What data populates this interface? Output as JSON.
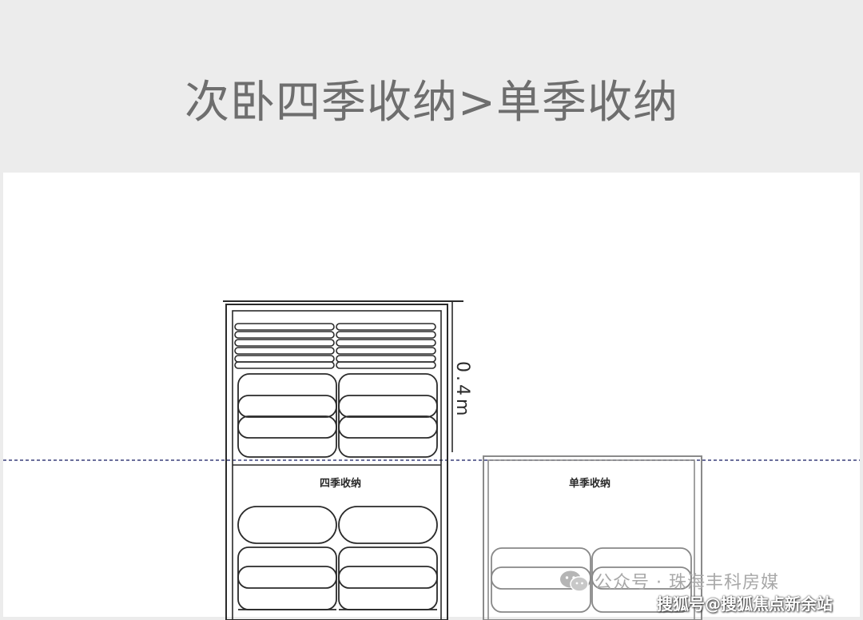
{
  "header": {
    "title": "次卧四季收纳>单季收纳"
  },
  "diagram": {
    "dimension_label": "0.4m",
    "left_cabinet_label": "四季收纳",
    "right_cabinet_label": "单季收纳"
  },
  "watermark": {
    "line1": "公众号 · 珠海丰科房媒",
    "line2": "搜狐号@搜狐焦点新余站"
  },
  "colors": {
    "header_bg": "#ececec",
    "title_text": "#6e6e6e",
    "line_dark": "#2a2a2a",
    "line_gray": "#777777",
    "dashed_line": "#3a3f7a"
  },
  "icons": {
    "watermark": "wechat-icon"
  }
}
